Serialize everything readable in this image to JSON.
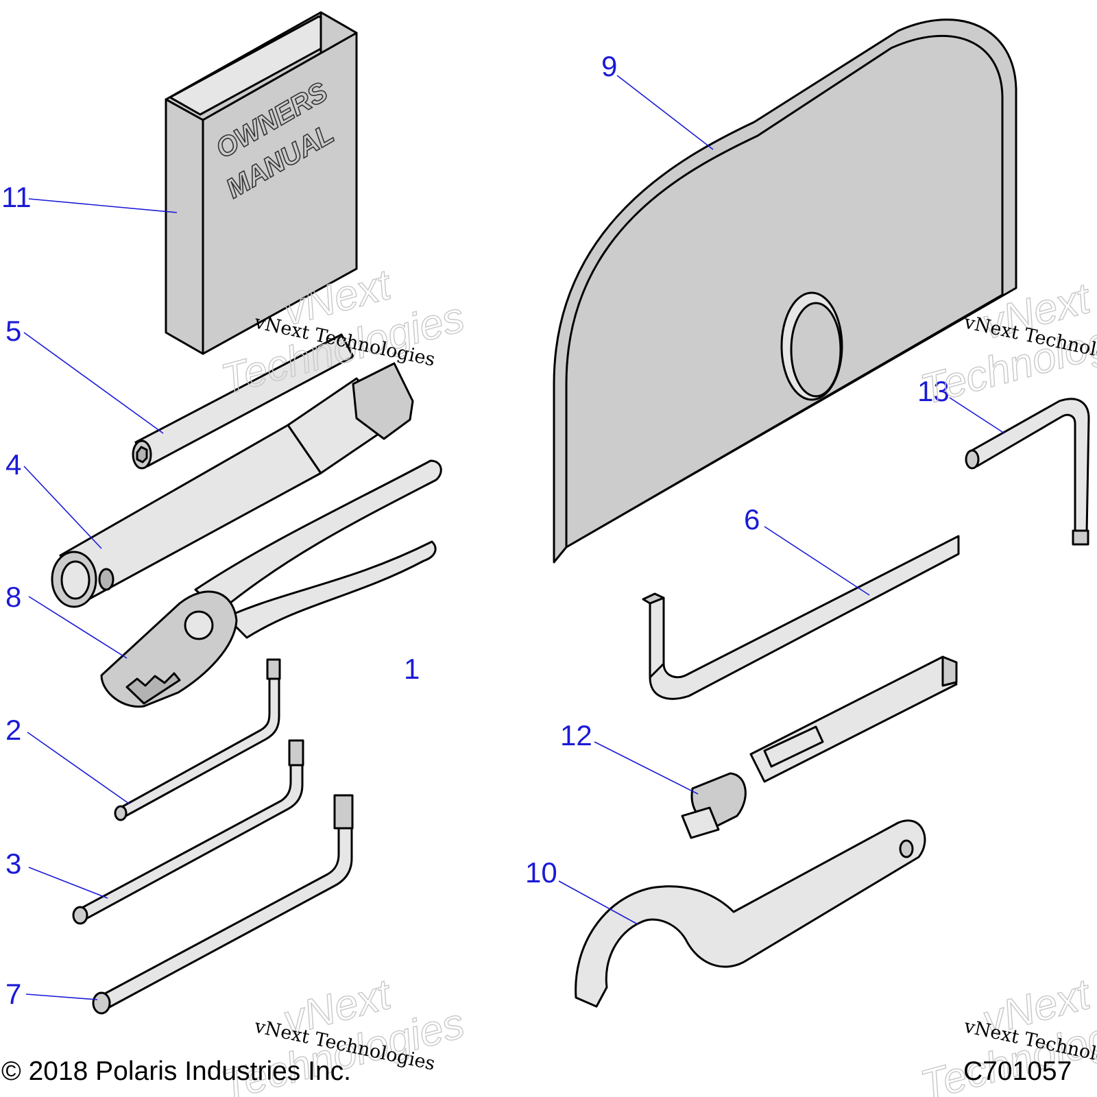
{
  "book": {
    "line1": "OWNERS",
    "line2": "MANUAL"
  },
  "callouts": {
    "c1": "1",
    "c2": "2",
    "c3": "3",
    "c4": "4",
    "c5": "5",
    "c6": "6",
    "c7": "7",
    "c8": "8",
    "c9": "9",
    "c10": "10",
    "c11": "11",
    "c12": "12",
    "c13": "13"
  },
  "watermark": {
    "brand": "vNext",
    "word": "Technologies",
    "full": "vNext Technologies"
  },
  "footer": {
    "copyright": "© 2018 Polaris Industries Inc.",
    "figure_id": "C701057"
  },
  "colors": {
    "callout": "#1a1ad6",
    "part_fill": "#cccccc"
  }
}
